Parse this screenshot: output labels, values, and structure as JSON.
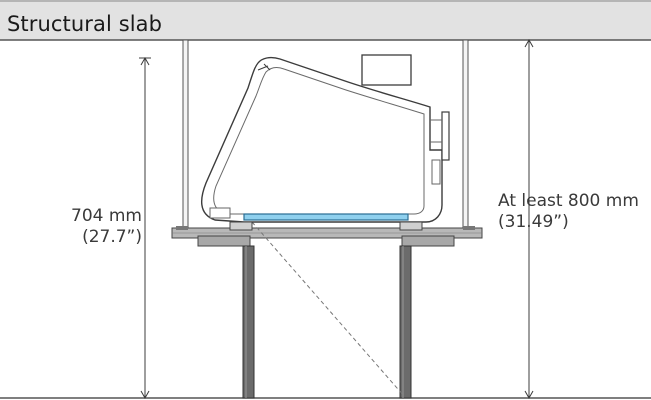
{
  "slab": {
    "title": "Structural slab"
  },
  "dimensions": {
    "left": {
      "value": "704 mm",
      "imperial": "(27.7”)"
    },
    "right": {
      "value": "At least 800 mm",
      "imperial": "(31.49”)"
    }
  },
  "colors": {
    "slab_band": "#e2e2e2",
    "line": "#3c3c3c",
    "glass": "#8fd0ee",
    "rod": "#555555",
    "column": "#6b6b6b"
  }
}
